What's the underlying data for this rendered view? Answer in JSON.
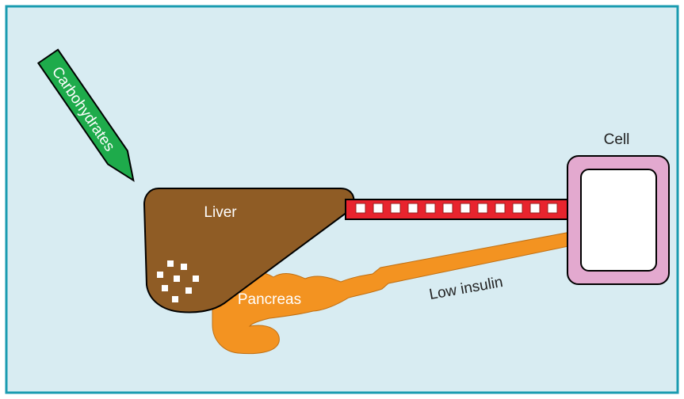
{
  "diagram": {
    "labels": {
      "carbohydrates": "Carbohydrates",
      "liver": "Liver",
      "pancreas": "Pancreas",
      "low_insulin": "Low insulin",
      "cell": "Cell"
    },
    "colors": {
      "background": "#d8ecf2",
      "frame": "#1a9bb0",
      "arrow": "#1eab4b",
      "liver": "#8f5c25",
      "pancreas": "#f39321",
      "vessel": "#e8242e",
      "cell_membrane": "#e3a9cf",
      "cell_interior": "#ffffff"
    }
  }
}
